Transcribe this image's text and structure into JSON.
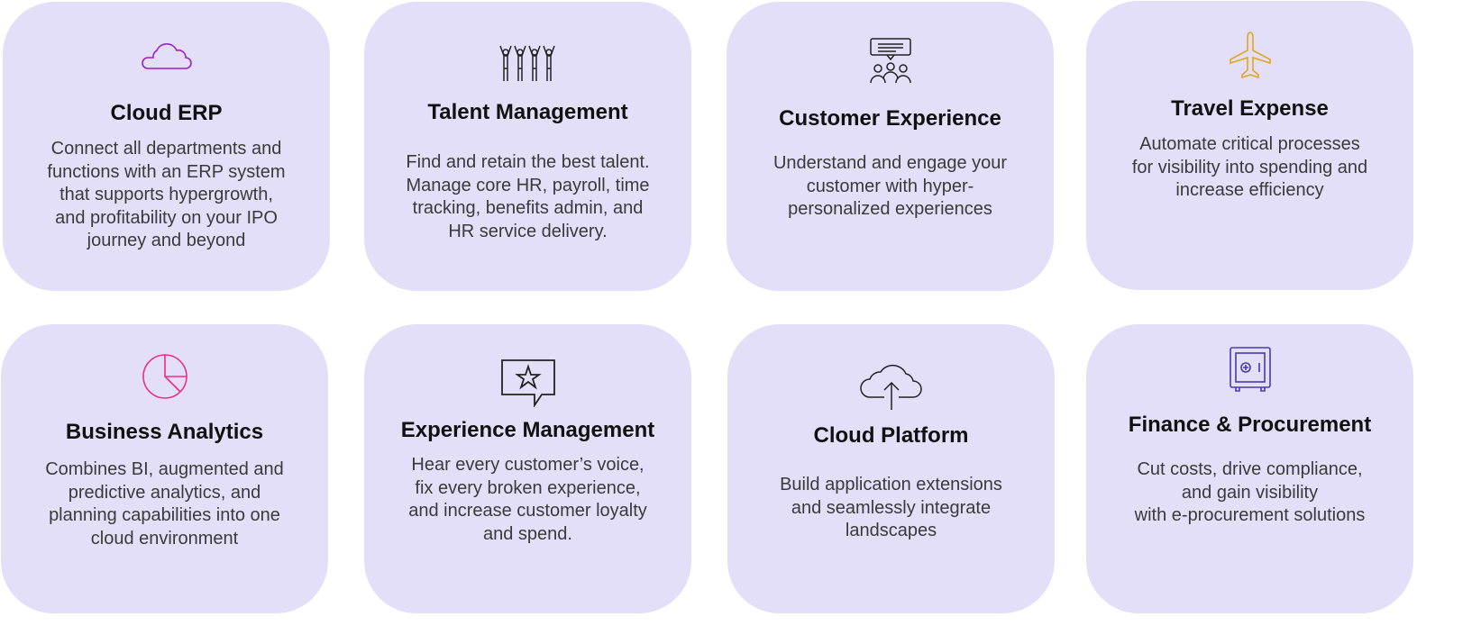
{
  "cards": [
    {
      "title": "Cloud ERP",
      "description": "Connect all departments and\nfunctions with an ERP system\nthat supports hypergrowth,\nand profitability on your IPO\njourney and beyond",
      "icon": "cloud-icon",
      "color": "#9b1fc7"
    },
    {
      "title": "Talent Management",
      "description": "Find and retain the best talent.\nManage core HR, payroll, time\ntracking, benefits admin, and\nHR service delivery.",
      "icon": "people-celebrating-icon",
      "color": "#222222"
    },
    {
      "title": "Customer Experience",
      "description": "Understand and engage your\ncustomer with hyper-\npersonalized experiences",
      "icon": "audience-speech-icon",
      "color": "#222222"
    },
    {
      "title": "Travel Expense",
      "description": "Automate critical processes\nfor visibility into spending and\nincrease efficiency",
      "icon": "airplane-icon",
      "color": "#e0a81e"
    },
    {
      "title": "Business Analytics",
      "description": "Combines BI, augmented and\npredictive analytics, and\nplanning capabilities into one\ncloud environment",
      "icon": "pie-chart-icon",
      "color": "#e8308a"
    },
    {
      "title": "Experience Management",
      "description": "Hear every customer’s voice,\nfix every broken experience,\nand increase customer loyalty\nand spend.",
      "icon": "star-message-icon",
      "color": "#222222"
    },
    {
      "title": "Cloud Platform",
      "description": "Build application extensions\nand seamlessly integrate\nlandscapes",
      "icon": "cloud-upload-icon",
      "color": "#222222"
    },
    {
      "title": "Finance & Procurement",
      "description": "Cut costs, drive compliance,\nand gain visibility\nwith e-procurement solutions",
      "icon": "safe-icon",
      "color": "#4a3aa8"
    }
  ]
}
